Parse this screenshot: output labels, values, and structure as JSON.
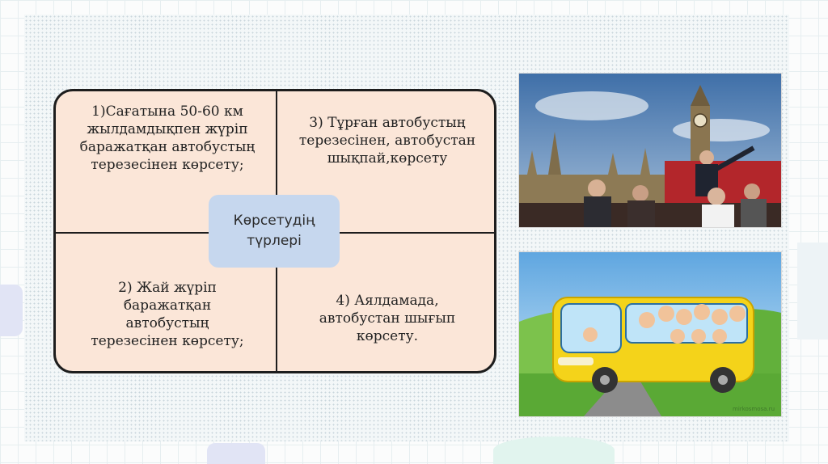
{
  "diagram": {
    "center": "Көрсетудің\nтүрлері",
    "q1": "1)Сағатына 50-60 км\nжылдамдықпен жүріп\nбаражатқан автобустың\nтерезесінен көрсету;",
    "q2": "3) Тұрған автобустың\nтерезесінен, автобустан\nшықпай,көрсету",
    "q3": "2) Жай жүріп\nбаражатқан\nавтобустың\nтерезесінен көрсету;",
    "q4": "4) Аялдамада,\nавтобустан шығып\nкөрсету."
  },
  "images": {
    "london_bus_tour": "London tour bus photo",
    "cartoon_bus": "Cartoon bus with children"
  },
  "watermark": "mirkosmosa.ru",
  "colors": {
    "diagram_fill": "#fbe6d8",
    "center_fill": "#c6d7ee",
    "border": "#1d1d1d"
  }
}
